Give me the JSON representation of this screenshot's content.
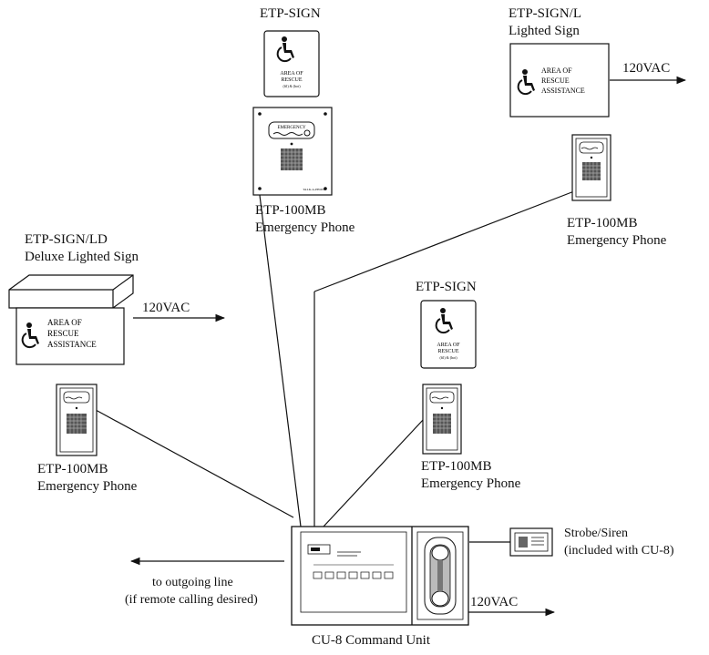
{
  "colors": {
    "ink": "#111111",
    "paper": "#ffffff",
    "grey": "#cfcfcf"
  },
  "labels": {
    "sign_top_title": "ETP-SIGN",
    "sign_l_title_1": "ETP-SIGN/L",
    "sign_l_title_2": "Lighted Sign",
    "sign_l_power": "120VAC",
    "phone_top_model": "ETP-100MB",
    "phone_top_desc": "Emergency Phone",
    "phone_right_model": "ETP-100MB",
    "phone_right_desc": "Emergency Phone",
    "sign_ld_title_1": "ETP-SIGN/LD",
    "sign_ld_title_2": "Deluxe Lighted Sign",
    "sign_ld_power": "120VAC",
    "sign_mid_title": "ETP-SIGN",
    "phone_left_model": "ETP-100MB",
    "phone_left_desc": "Emergency Phone",
    "phone_mid_model": "ETP-100MB",
    "phone_mid_desc": "Emergency Phone",
    "strobe_1": "Strobe/Siren",
    "strobe_2": "(included with CU-8)",
    "outgoing_1": "to outgoing line",
    "outgoing_2": "(if remote calling desired)",
    "cu_power": "120VAC",
    "cu_caption": "CU-8 Command Unit"
  },
  "sign_text": {
    "line1": "AREA OF",
    "line2": "RESCUE",
    "line3": "ASSISTANCE",
    "small_line1": "AREA OF",
    "small_line2": "RESCUE",
    "small_line3": "(fil) & (hot)"
  },
  "phone_text": {
    "header": "EMERGENCY",
    "footer": "TALK-A-PHONE"
  },
  "icons": [
    "wheelchair-icon",
    "handset-icon",
    "speaker-grille-icon",
    "arrow-right-icon",
    "arrow-left-icon"
  ]
}
